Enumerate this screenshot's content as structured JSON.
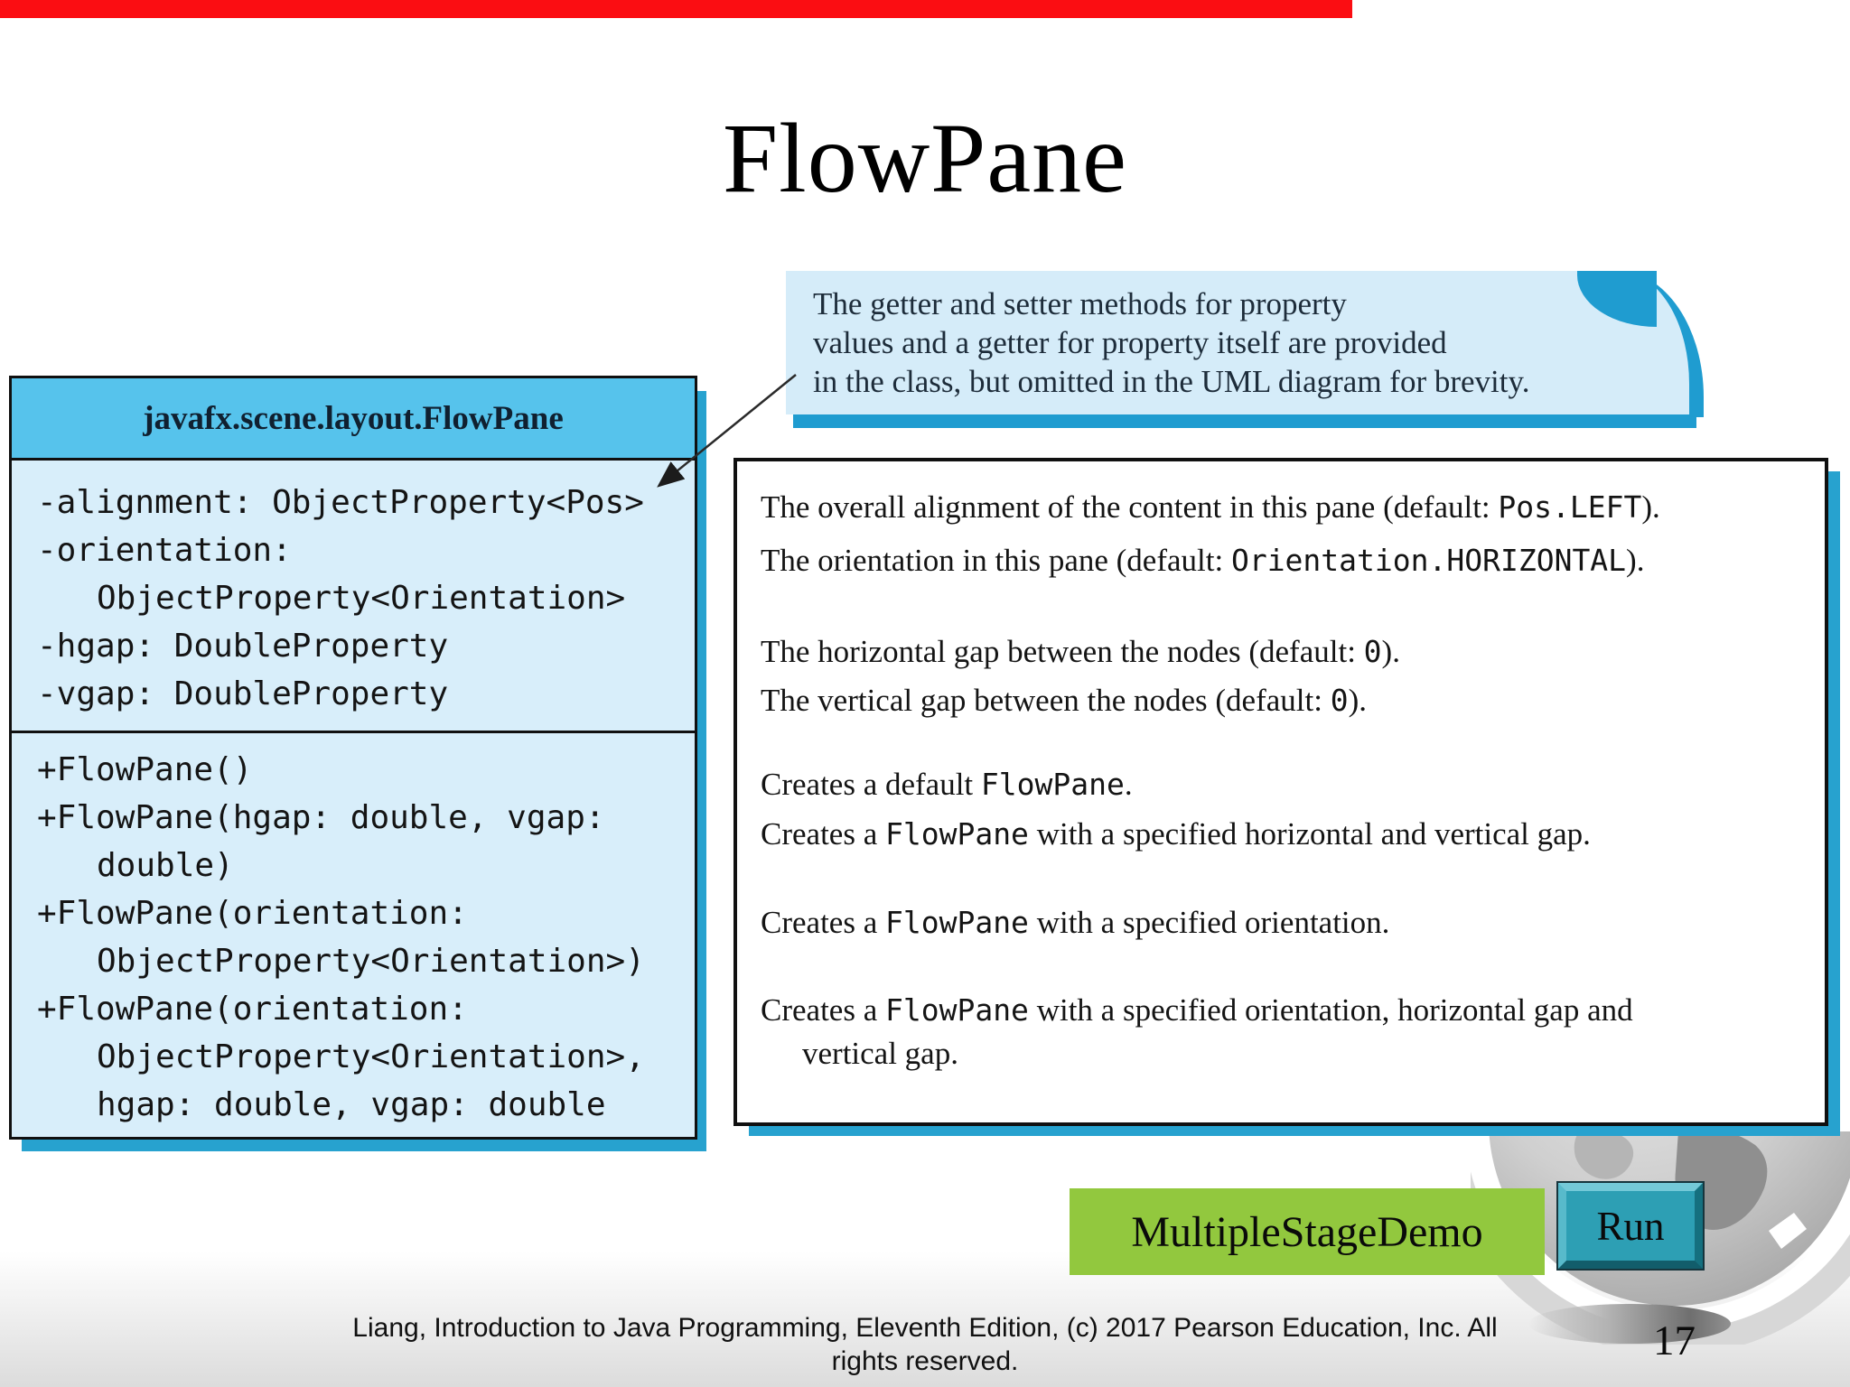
{
  "slide": {
    "title": "FlowPane",
    "page_number": "17",
    "footer": {
      "line1": "Liang, Introduction to Java Programming, Eleventh Edition, (c) 2017 Pearson Education, Inc. All",
      "line2": "rights reserved."
    }
  },
  "note": {
    "lines": [
      "The getter and setter methods for property",
      "values and a getter for property itself are provided",
      "in the class, but omitted in the UML diagram for brevity."
    ]
  },
  "uml_class": {
    "name": "javafx.scene.layout.FlowPane",
    "attributes": [
      {
        "text": "-alignment: ObjectProperty<Pos>"
      },
      {
        "text": "-orientation:"
      },
      {
        "text": "ObjectProperty<Orientation>"
      },
      {
        "text": "-hgap: DoubleProperty"
      },
      {
        "text": "-vgap: DoubleProperty"
      }
    ],
    "methods": [
      {
        "text": "+FlowPane()"
      },
      {
        "text": "+FlowPane(hgap: double, vgap:"
      },
      {
        "text": "double)"
      },
      {
        "text": "+FlowPane(orientation:"
      },
      {
        "text": "ObjectProperty<Orientation>)"
      },
      {
        "text": "+FlowPane(orientation:"
      },
      {
        "text": "ObjectProperty<Orientation>,"
      },
      {
        "text": "hgap: double, vgap: double"
      }
    ]
  },
  "descriptions": [
    {
      "pre": "The overall alignment of the content in this pane (default: ",
      "code": "Pos.LEFT",
      "post": ")."
    },
    {
      "pre": "The orientation in this pane (default: ",
      "code": "Orientation.HORIZONTAL",
      "post": ")."
    },
    {
      "pre": "The horizontal gap between the nodes (default: ",
      "code": "0",
      "post": ")."
    },
    {
      "pre": "The vertical gap between the nodes (default: ",
      "code": "0",
      "post": ")."
    },
    {
      "pre": "Creates a default ",
      "code": "FlowPane",
      "post": "."
    },
    {
      "pre": "Creates a ",
      "code": "FlowPane",
      "post": " with a specified horizontal and vertical gap."
    },
    {
      "pre": "Creates a ",
      "code": "FlowPane",
      "post": " with a specified orientation."
    },
    {
      "pre": "Creates a ",
      "code": "FlowPane",
      "post": " with a specified orientation, horizontal gap and",
      "line2": "vertical gap."
    }
  ],
  "buttons": {
    "demo_label": "MultipleStageDemo",
    "run_label": "Run"
  },
  "colors": {
    "uml_header_blue": "#56c3ec",
    "uml_body_blue": "#d8eefa",
    "shadow_teal": "#27a2cf",
    "note_blue": "#d5ecf9",
    "demo_green": "#92c83e",
    "run_teal": "#2d9fb4",
    "top_bar_red": "#fb0d12"
  }
}
